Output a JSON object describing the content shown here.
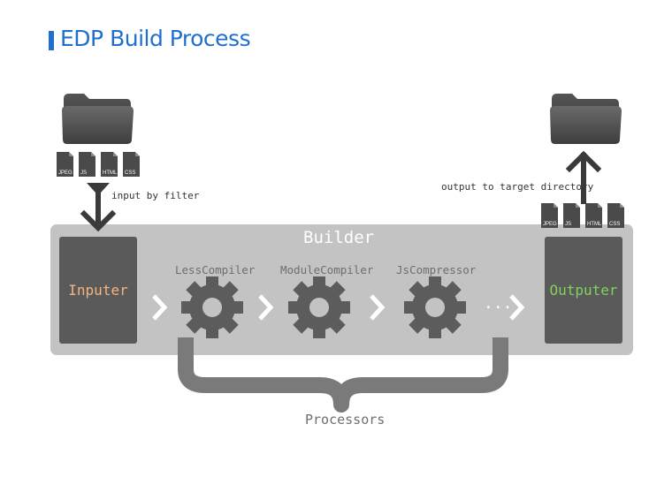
{
  "title": "EDP Build Process",
  "builder": {
    "label": "Builder",
    "inputer": "Inputer",
    "outputer": "Outputer",
    "processors": [
      "LessCompiler",
      "ModuleCompiler",
      "JsCompressor"
    ],
    "ellipsis": "...",
    "processors_label": "Processors"
  },
  "input": {
    "files": [
      "JPEG",
      "JS",
      "HTML",
      "CSS"
    ],
    "note": "input by filter"
  },
  "output": {
    "files": [
      "JPEG",
      "JS",
      "HTML",
      "CSS"
    ],
    "note": "output to target directory"
  },
  "colors": {
    "title": "#1f6fd1",
    "builder_bg": "#c3c3c3",
    "stage_bg": "#5a5a5a",
    "inputer_text": "#f3b57d",
    "outputer_text": "#7fd35a",
    "gear": "#5c5c5c",
    "icon_dark": "#4a4a4a"
  },
  "icons": {
    "folder": "folder-icon",
    "file": "file-icon",
    "funnel": "funnel-icon",
    "gear": "gear-icon",
    "chevron": "chevron-right-icon",
    "brace": "curly-brace-icon"
  }
}
